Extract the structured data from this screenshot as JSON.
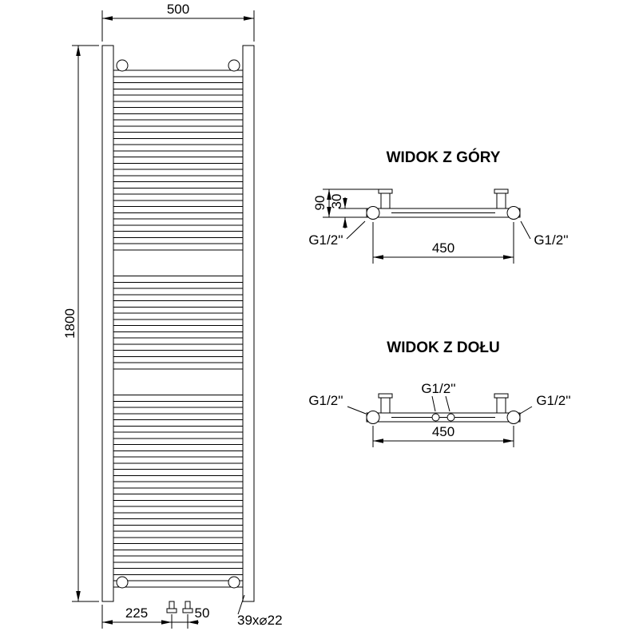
{
  "drawing": {
    "background": "#ffffff",
    "line_color": "#000000"
  },
  "front_view": {
    "width_label": "500",
    "height_label": "1800",
    "offset_label": "225",
    "valve_spacing_label": "50",
    "rungs_label": "39x⌀22",
    "rung_count": 39,
    "rung_groups": [
      15,
      8,
      16
    ]
  },
  "top_view": {
    "title": "WIDOK Z GÓRY",
    "depth_label": "90",
    "tube_label": "30",
    "span_label": "450",
    "g_left": "G1/2''",
    "g_right": "G1/2''"
  },
  "bottom_view": {
    "title": "WIDOK Z DOŁU",
    "span_label": "450",
    "g_left": "G1/2''",
    "g_center": "G1/2''",
    "g_right": "G1/2''"
  }
}
